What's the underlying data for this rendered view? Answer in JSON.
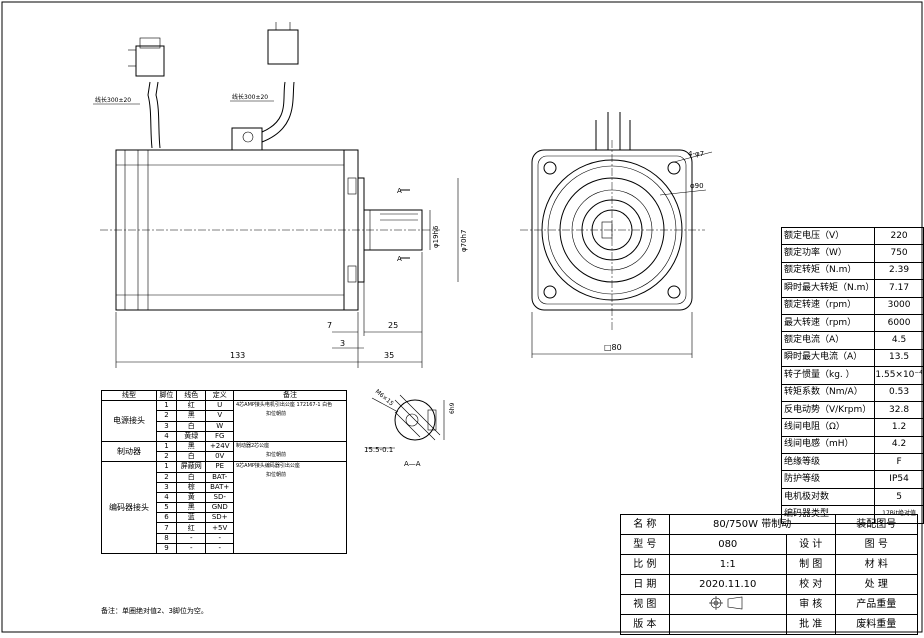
{
  "drawing": {
    "cable_length_1": "线长300±20",
    "cable_length_2": "线长300±20",
    "dims": {
      "length_133": "133",
      "length_35": "35",
      "length_25": "25",
      "length_7": "7",
      "length_3": "3",
      "dia_19": "φ19h6",
      "dia_70": "φ70h7",
      "dia_90": "φ90",
      "holes": "4-φ7",
      "square_80": "□80",
      "section_A_top": "A",
      "section_A_bot": "A",
      "key": "M6×15",
      "key_6": "6h9",
      "key_155": "15.5-0.1",
      "section_label": "A—A"
    }
  },
  "spec_table": [
    {
      "label": "额定电压（V）",
      "value": "220"
    },
    {
      "label": "额定功率（W）",
      "value": "750"
    },
    {
      "label": "额定转矩（N.m）",
      "value": "2.39"
    },
    {
      "label": "瞬时最大转矩（N.m）",
      "value": "7.17"
    },
    {
      "label": "额定转速（rpm）",
      "value": "3000"
    },
    {
      "label": "最大转速（rpm）",
      "value": "6000"
    },
    {
      "label": "额定电流（A）",
      "value": "4.5"
    },
    {
      "label": "瞬时最大电流（A）",
      "value": "13.5"
    },
    {
      "label": "转子惯量（kg.  ）",
      "value": "1.55×10⁻⁴"
    },
    {
      "label": "转矩系数（Nm/A）",
      "value": "0.53"
    },
    {
      "label": "反电动势（V/Krpm）",
      "value": "32.8"
    },
    {
      "label": "线间电阻（Ω）",
      "value": "1.2"
    },
    {
      "label": "线间电感（mH）",
      "value": "4.2"
    },
    {
      "label": "绝缘等级",
      "value": "F"
    },
    {
      "label": "防护等级",
      "value": "IP54"
    },
    {
      "label": "电机极对数",
      "value": "5"
    },
    {
      "label": "编码器类型",
      "value": "17Bit绝对值"
    }
  ],
  "title_block": {
    "name_label": "名  称",
    "name_value": "80/750W 带制动",
    "assembly": "装配图号",
    "model_label": "型  号",
    "model_value": "080",
    "design": "设  计",
    "drawing_no": "图  号",
    "scale_label": "比  例",
    "scale_value": "1:1",
    "draft": "制  图",
    "material": "材  料",
    "date_label": "日  期",
    "date_value": "2020.11.10",
    "check": "校  对",
    "treatment": "处  理",
    "view_label": "视  图",
    "review": "审  核",
    "product_weight": "产品重量",
    "version_label": "版  本",
    "approve": "批  准",
    "scrap_weight": "废料重量"
  },
  "pin_table": {
    "headers": [
      "线型",
      "脚位",
      "线色",
      "定义",
      "备注"
    ],
    "groups": [
      {
        "name": "电源接头",
        "note": "4芯AMP接头电机引出公座 172167-1 白色",
        "rows": [
          [
            "1",
            "红",
            "U"
          ],
          [
            "2",
            "黑",
            "V"
          ],
          [
            "3",
            "白",
            "W"
          ],
          [
            "4",
            "黄绿",
            "FG"
          ]
        ]
      },
      {
        "name": "制动器",
        "note": "制动器2芯公座",
        "rows": [
          [
            "1",
            "黑",
            "+24V"
          ],
          [
            "2",
            "白",
            "0V"
          ]
        ]
      },
      {
        "name": "编码器接头",
        "note": "9芯AMP接头编码器引出公座",
        "rows": [
          [
            "1",
            "屏蔽网",
            "PE"
          ],
          [
            "2",
            "白",
            "BAT-"
          ],
          [
            "3",
            "棕",
            "BAT+"
          ],
          [
            "4",
            "黄",
            "SD-"
          ],
          [
            "5",
            "黑",
            "GND"
          ],
          [
            "6",
            "蓝",
            "SD+"
          ],
          [
            "7",
            "红",
            "+5V"
          ],
          [
            "8",
            "-",
            "-"
          ],
          [
            "9",
            "-",
            "-"
          ]
        ]
      }
    ],
    "footnote": "备注：单圈绝对值2、3脚位为空。",
    "lock_side": "扣位朝前"
  }
}
